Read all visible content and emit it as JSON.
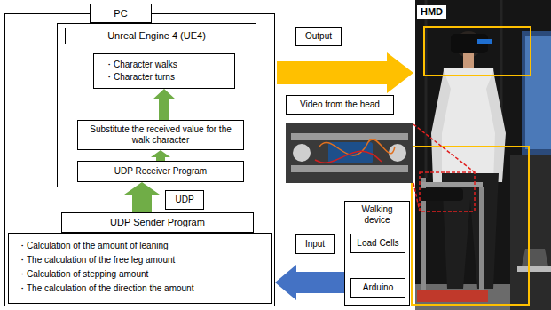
{
  "diagram": {
    "nodes": [
      {
        "text": [
          "PC"
        ]
      },
      {
        "text": [
          "Unreal Engine 4 (UE4)"
        ],
        "in": 0
      },
      {
        "text": [
          "・Character walks",
          "・Character turns"
        ],
        "in": 1
      },
      {
        "text": [
          "Substitute the received value for the walk character"
        ],
        "in": 1
      },
      {
        "text": [
          "UDP Receiver Program"
        ],
        "in": 1
      },
      {
        "text": [
          "UDP"
        ],
        "in": 0
      },
      {
        "text": [
          "UDP Sender Program",
          "・Calculation of the amount of leaning",
          "・The calculation of the free leg amount",
          "・Calculation of stepping amount",
          "・The calculation of the direction the amount"
        ],
        "in": 0
      },
      {
        "text": [
          "Output"
        ]
      },
      {
        "text": [
          "Video from the head"
        ]
      },
      {
        "text": [
          "Input"
        ]
      },
      {
        "text": [
          "Walking device"
        ]
      },
      {
        "text": [
          "Load Cells"
        ],
        "in": 10
      },
      {
        "text": [
          "Arduino"
        ],
        "in": 10
      }
    ],
    "edges": [
      {
        "from": 4,
        "to": 3,
        "arrow": "to"
      },
      {
        "from": 3,
        "to": 2,
        "arrow": "to"
      },
      {
        "from": 6,
        "to": 4,
        "arrow": "to"
      },
      {
        "from": 11,
        "to": 12,
        "arrow": "to"
      },
      {
        "from": 10,
        "to": 0,
        "arrow": "to"
      }
    ],
    "labels": [
      "HMD"
    ]
  }
}
